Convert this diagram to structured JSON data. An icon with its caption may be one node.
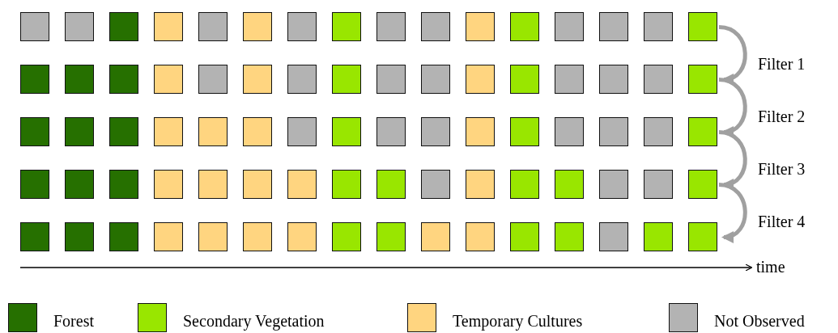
{
  "diagram": {
    "nodes": [
      {
        "text": [],
        "shape": "box"
      },
      {
        "text": [],
        "shape": "box"
      },
      {
        "text": [],
        "shape": "box"
      },
      {
        "text": [],
        "shape": "box"
      },
      {
        "text": [],
        "shape": "box"
      },
      {
        "text": [],
        "shape": "box"
      },
      {
        "text": [],
        "shape": "box"
      },
      {
        "text": [],
        "shape": "box"
      },
      {
        "text": [],
        "shape": "box"
      },
      {
        "text": [],
        "shape": "box"
      },
      {
        "text": [],
        "shape": "box"
      },
      {
        "text": [],
        "shape": "box"
      },
      {
        "text": [],
        "shape": "box"
      },
      {
        "text": [],
        "shape": "box"
      },
      {
        "text": [],
        "shape": "box"
      },
      {
        "text": [],
        "shape": "box"
      },
      {
        "text": [],
        "shape": "box"
      },
      {
        "text": [],
        "shape": "box"
      },
      {
        "text": [],
        "shape": "box"
      },
      {
        "text": [],
        "shape": "box"
      },
      {
        "text": [],
        "shape": "box"
      },
      {
        "text": [],
        "shape": "box"
      },
      {
        "text": [],
        "shape": "box"
      },
      {
        "text": [],
        "shape": "box"
      },
      {
        "text": [],
        "shape": "box"
      },
      {
        "text": [],
        "shape": "box"
      },
      {
        "text": [],
        "shape": "box"
      },
      {
        "text": [],
        "shape": "box"
      },
      {
        "text": [],
        "shape": "box"
      },
      {
        "text": [],
        "shape": "box"
      },
      {
        "text": [],
        "shape": "box"
      },
      {
        "text": [],
        "shape": "box"
      },
      {
        "text": [],
        "shape": "box"
      },
      {
        "text": [],
        "shape": "box"
      },
      {
        "text": [],
        "shape": "box"
      },
      {
        "text": [],
        "shape": "box"
      },
      {
        "text": [],
        "shape": "box"
      },
      {
        "text": [],
        "shape": "box"
      },
      {
        "text": [],
        "shape": "box"
      },
      {
        "text": [],
        "shape": "box"
      },
      {
        "text": [],
        "shape": "box"
      },
      {
        "text": [],
        "shape": "box"
      },
      {
        "text": [],
        "shape": "box"
      },
      {
        "text": [],
        "shape": "box"
      },
      {
        "text": [],
        "shape": "box"
      },
      {
        "text": [],
        "shape": "box"
      },
      {
        "text": [],
        "shape": "box"
      },
      {
        "text": [],
        "shape": "box"
      },
      {
        "text": [],
        "shape": "box"
      },
      {
        "text": [],
        "shape": "box"
      },
      {
        "text": [],
        "shape": "box"
      },
      {
        "text": [],
        "shape": "box"
      },
      {
        "text": [],
        "shape": "box"
      },
      {
        "text": [],
        "shape": "box"
      },
      {
        "text": [],
        "shape": "box"
      },
      {
        "text": [],
        "shape": "box"
      },
      {
        "text": [],
        "shape": "box"
      },
      {
        "text": [],
        "shape": "box"
      },
      {
        "text": [],
        "shape": "box"
      },
      {
        "text": [],
        "shape": "box"
      },
      {
        "text": [],
        "shape": "box"
      },
      {
        "text": [],
        "shape": "box"
      },
      {
        "text": [],
        "shape": "box"
      },
      {
        "text": [],
        "shape": "box"
      },
      {
        "text": [],
        "shape": "box"
      },
      {
        "text": [],
        "shape": "box"
      },
      {
        "text": [],
        "shape": "box"
      },
      {
        "text": [],
        "shape": "box"
      },
      {
        "text": [],
        "shape": "box"
      },
      {
        "text": [],
        "shape": "box"
      },
      {
        "text": [],
        "shape": "box"
      },
      {
        "text": [],
        "shape": "box"
      },
      {
        "text": [],
        "shape": "box"
      },
      {
        "text": [],
        "shape": "box"
      },
      {
        "text": [],
        "shape": "box"
      },
      {
        "text": [],
        "shape": "box"
      },
      {
        "text": [],
        "shape": "box"
      },
      {
        "text": [],
        "shape": "box"
      },
      {
        "text": [],
        "shape": "box"
      },
      {
        "text": [],
        "shape": "box"
      }
    ],
    "edges": [
      {
        "from": 15,
        "to": 31,
        "arrow": "to",
        "label": "Filter 1"
      },
      {
        "from": 31,
        "to": 47,
        "arrow": "to",
        "label": "Filter 2"
      },
      {
        "from": 47,
        "to": 63,
        "arrow": "to",
        "label": "Filter 3"
      },
      {
        "from": 63,
        "to": 79,
        "arrow": "to",
        "label": "Filter 4"
      }
    ],
    "labels": [
      "time"
    ],
    "legend": [
      {
        "text": "Forest",
        "color": "#267000"
      },
      {
        "text": "Secondary Vegetation",
        "color": "#99e600"
      },
      {
        "text": "Temporary Cultures",
        "color": "#ffd580"
      },
      {
        "text": "Not Observed",
        "color": "#b3b3b3"
      }
    ]
  }
}
